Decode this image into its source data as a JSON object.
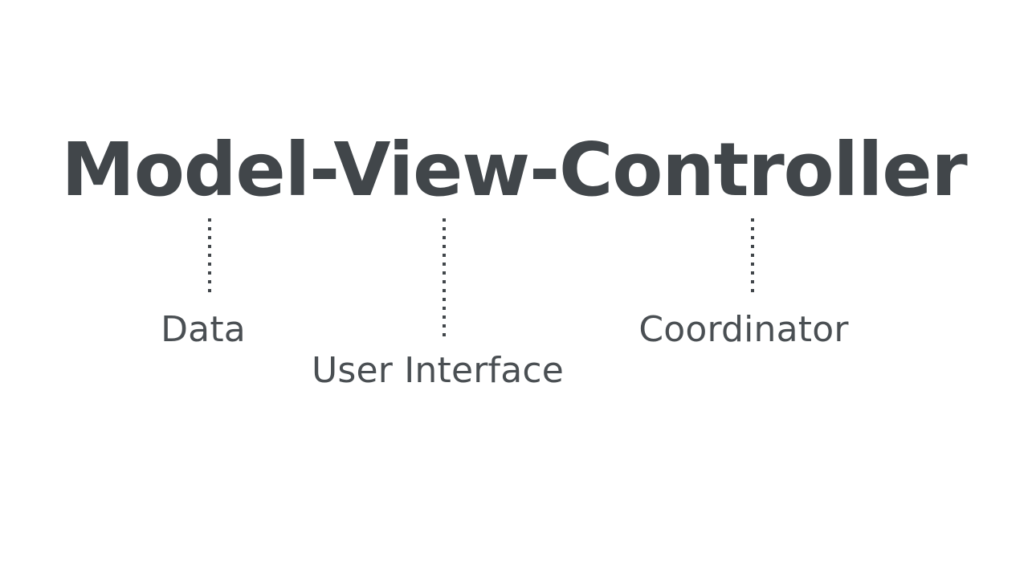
{
  "slide": {
    "background_color": "#ffffff",
    "text_color": "#41464a",
    "label_color": "#4a4f53",
    "title": "Model-View-Controller"
  },
  "diagram": {
    "type": "annotated-term-breakdown",
    "heading": "Model-View-Controller",
    "parts": [
      {
        "term": "Model",
        "gloss": "Data",
        "connector": "dotted-vertical-line"
      },
      {
        "term": "View",
        "gloss": "User Interface",
        "connector": "dotted-vertical-line"
      },
      {
        "term": "Controller",
        "gloss": "Coordinator",
        "connector": "dotted-vertical-line"
      }
    ]
  }
}
